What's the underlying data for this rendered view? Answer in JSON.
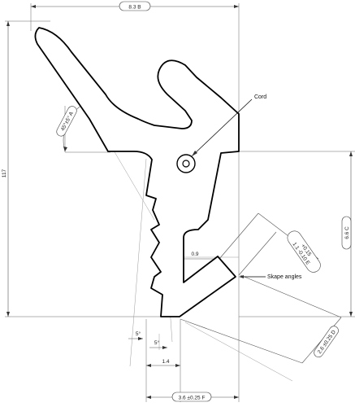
{
  "dimensions": {
    "top_width": "8.3 B",
    "overall_height": "117",
    "angle_a": "45°±5° A",
    "right_height": "6.6 C",
    "tolerance_d_top": "+0.15",
    "tolerance_d_bottom": "1.1 -0.10 E",
    "inner_gap": "0.9",
    "lip_e": "2.6 ±0.25 D",
    "angle_left": "5°",
    "angle_right": "5°",
    "offset": "1.4",
    "bottom_width": "3.6 ±0.25 F"
  },
  "labels": {
    "cord": "Cord",
    "skape_angles": "Skape angles"
  }
}
